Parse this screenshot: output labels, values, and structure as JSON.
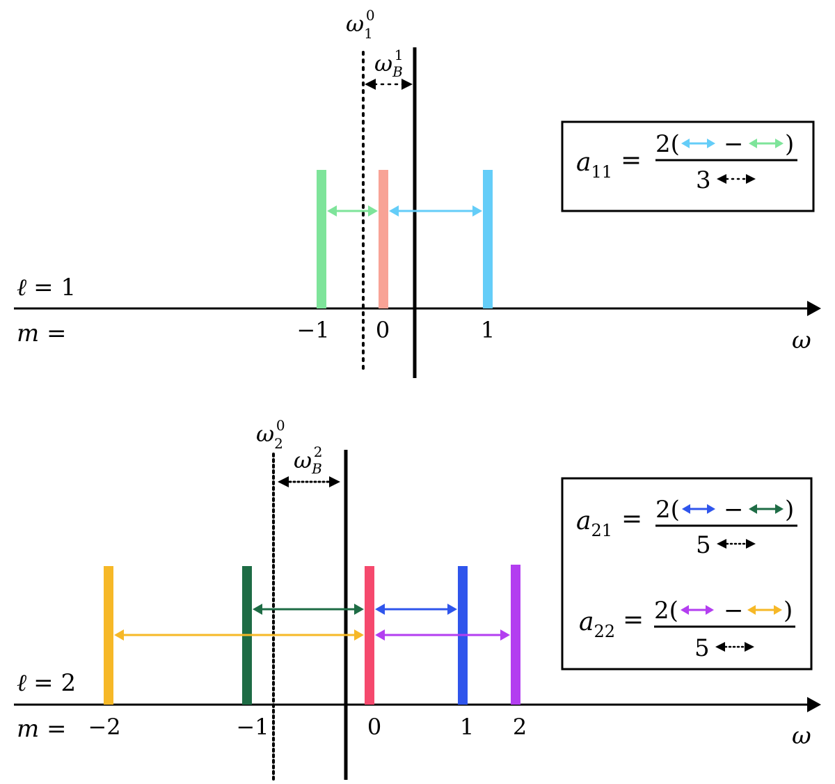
{
  "colors": {
    "axis": "#000000",
    "p1_m_minus1": "#7ee49a",
    "p1_m0": "#f8a396",
    "p1_m1": "#64cdf8",
    "p2_m_minus2": "#f6b827",
    "p2_m_minus1": "#1e6c45",
    "p2_m0": "#f5496d",
    "p2_m1": "#2f55ec",
    "p2_m2": "#b33ef0"
  },
  "top": {
    "l_symbol": "ℓ",
    "l_eq": "= 1",
    "m_label": "m =",
    "omega_axis": "ω",
    "omega0_base": "ω",
    "omega0_sub": "1",
    "omega0_sup": "0",
    "omegaB_base": "ω",
    "omegaB_sub": "B",
    "omegaB_sup": "1",
    "ticks": [
      "−1",
      "0",
      "1"
    ],
    "formula": {
      "lhs_base": "a",
      "lhs_sub": "11",
      "eq": "=",
      "num_open": "2(",
      "minus": "−",
      "num_close": ")",
      "den": "3"
    }
  },
  "bottom": {
    "l_symbol": "ℓ",
    "l_eq": "= 2",
    "m_label": "m =",
    "omega_axis": "ω",
    "omega0_base": "ω",
    "omega0_sub": "2",
    "omega0_sup": "0",
    "omegaB_base": "ω",
    "omegaB_sub": "B",
    "omegaB_sup": "2",
    "ticks": [
      "−2",
      "−1",
      "0",
      "1",
      "2"
    ],
    "formula1": {
      "lhs_base": "a",
      "lhs_sub": "21",
      "eq": "=",
      "num_open": "2(",
      "minus": "−",
      "num_close": ")",
      "den": "5"
    },
    "formula2": {
      "lhs_base": "a",
      "lhs_sub": "22",
      "eq": "=",
      "num_open": "2(",
      "minus": "−",
      "num_close": ")",
      "den": "5"
    }
  }
}
